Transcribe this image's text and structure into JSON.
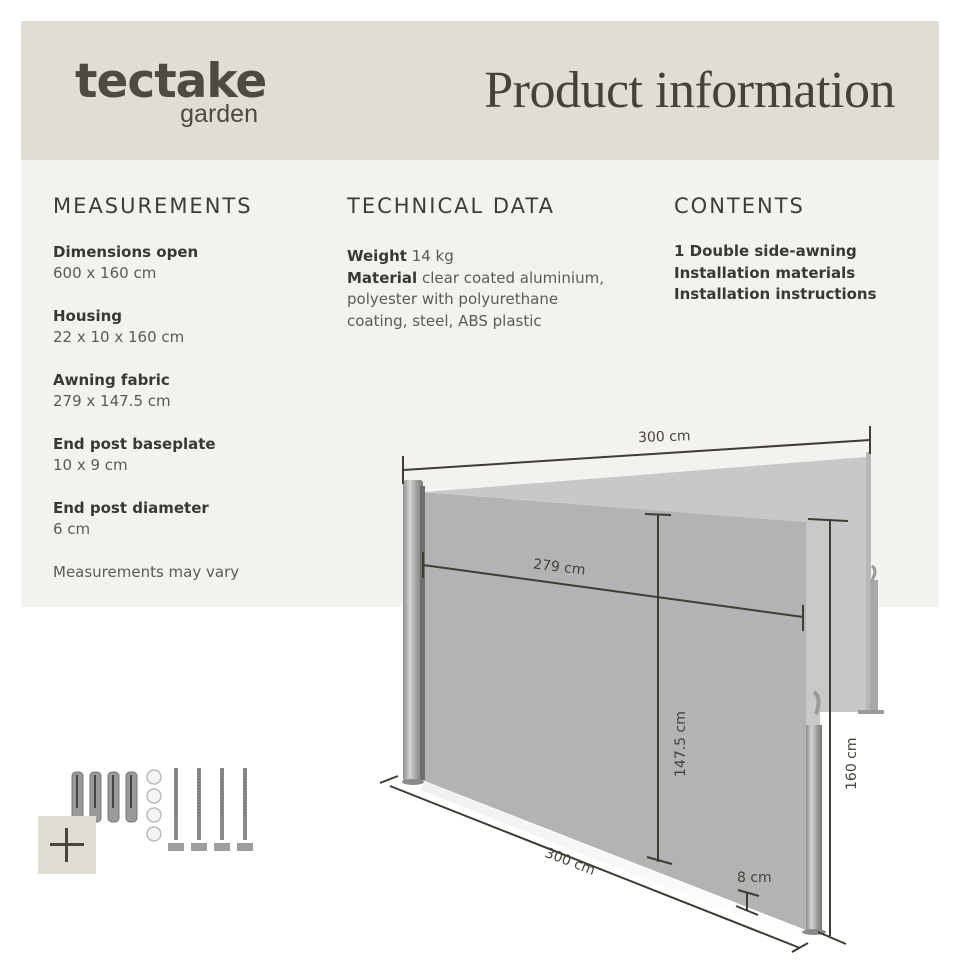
{
  "header": {
    "brand": "tectake",
    "brand_sub": "garden",
    "title": "Product information"
  },
  "measurements": {
    "heading": "MEASUREMENTS",
    "items": [
      {
        "label": "Dimensions open",
        "value": "600 x 160 cm"
      },
      {
        "label": "Housing",
        "value": "22 x 10 x 160 cm"
      },
      {
        "label": "Awning fabric",
        "value": "279 x 147.5 cm"
      },
      {
        "label": "End post baseplate",
        "value": "10 x 9 cm"
      },
      {
        "label": "End post diameter",
        "value": "6 cm"
      }
    ],
    "note": "Measurements may vary"
  },
  "technical_data": {
    "heading": "TECHNICAL DATA",
    "weight_label": "Weight",
    "weight_value": "14 kg",
    "material_label": "Material",
    "material_lines": [
      "clear coated aluminium,",
      "polyester with polyurethane",
      "coating, steel, ABS plastic"
    ]
  },
  "contents": {
    "heading": "CONTENTS",
    "items": [
      "1 Double side-awning",
      "Installation materials",
      "Installation instructions"
    ]
  },
  "diagram": {
    "top_width": "300 cm",
    "fabric_width": "279 cm",
    "fabric_height": "147.5 cm",
    "total_height": "160 cm",
    "bottom_width": "300 cm",
    "ground_clearance": "8 cm"
  },
  "accessories": {
    "plus_icon": "plus-icon",
    "dowels": 4,
    "washers": 4,
    "screws": 4
  },
  "colors": {
    "header_bg": "#e0ddd5",
    "panel_bg": "#f3f2ee",
    "text_dark": "#3a3832",
    "fabric_grey": "#b4b4b4"
  }
}
